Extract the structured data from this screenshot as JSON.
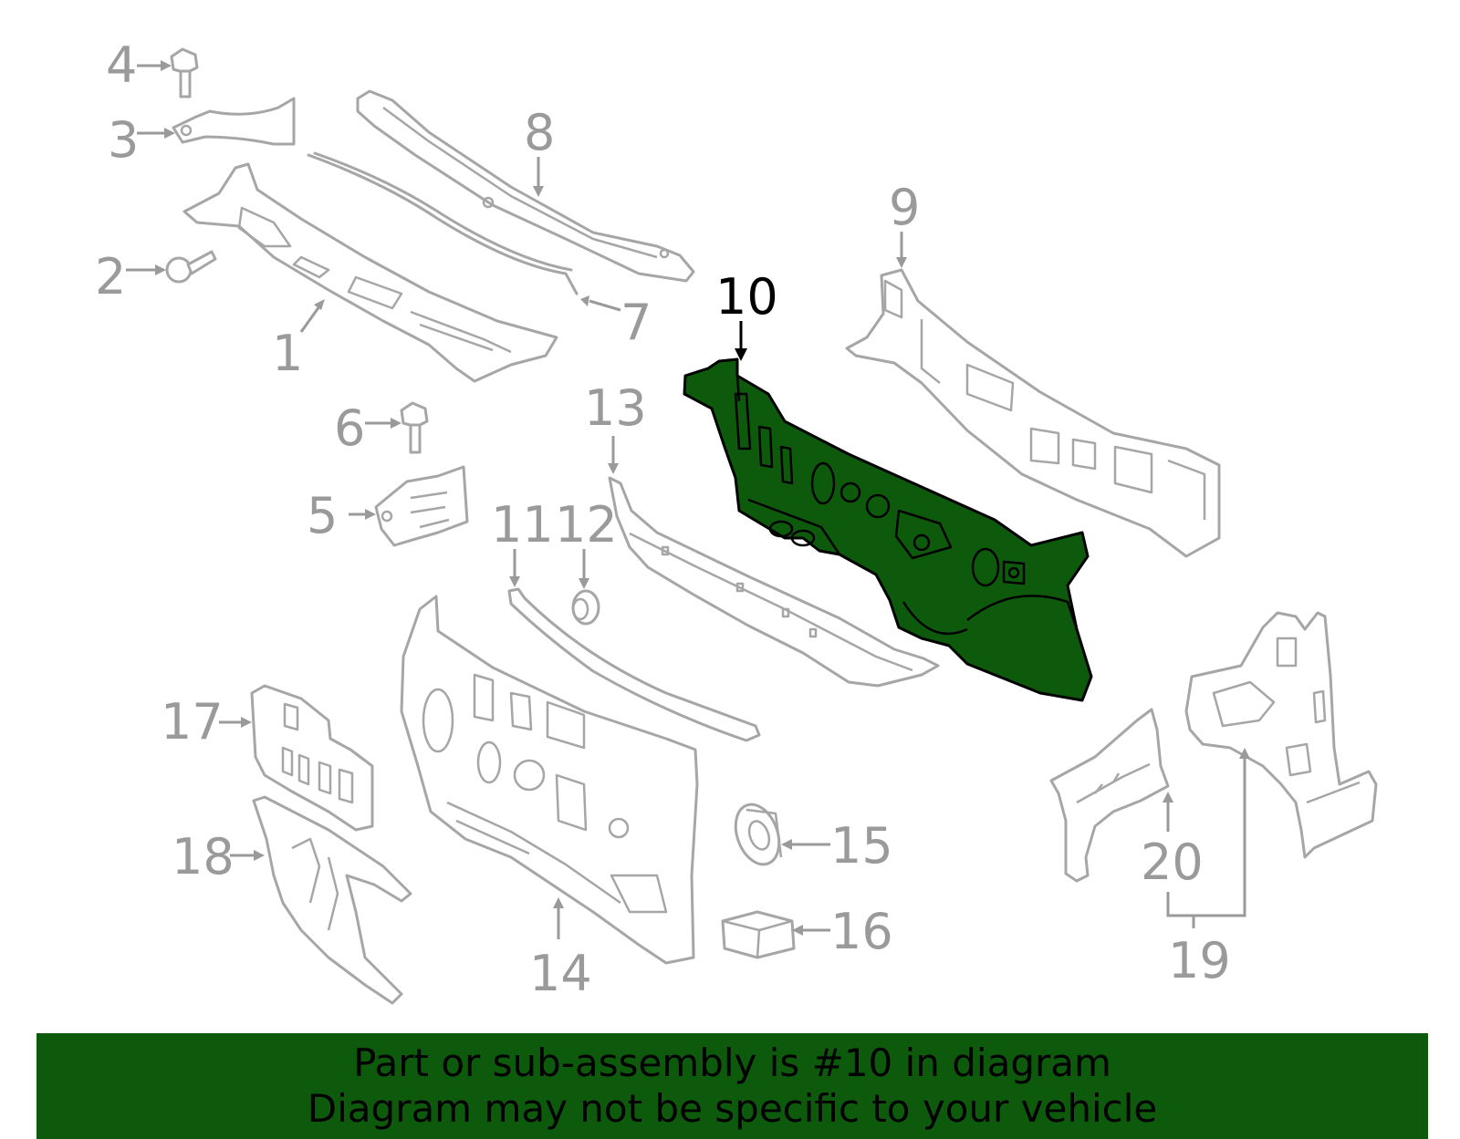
{
  "diagram": {
    "highlighted_part": "10",
    "highlight_color": "#0e5a0c",
    "callout_color": "#9a9a9a",
    "callouts": [
      "1",
      "2",
      "3",
      "4",
      "5",
      "6",
      "7",
      "8",
      "9",
      "10",
      "11",
      "12",
      "13",
      "14",
      "15",
      "16",
      "17",
      "18",
      "19",
      "20"
    ]
  },
  "banner": {
    "line1": "Part or sub-assembly is #10 in diagram",
    "line2": "Diagram may not be specific to your vehicle",
    "background": "#0e5a0c"
  }
}
